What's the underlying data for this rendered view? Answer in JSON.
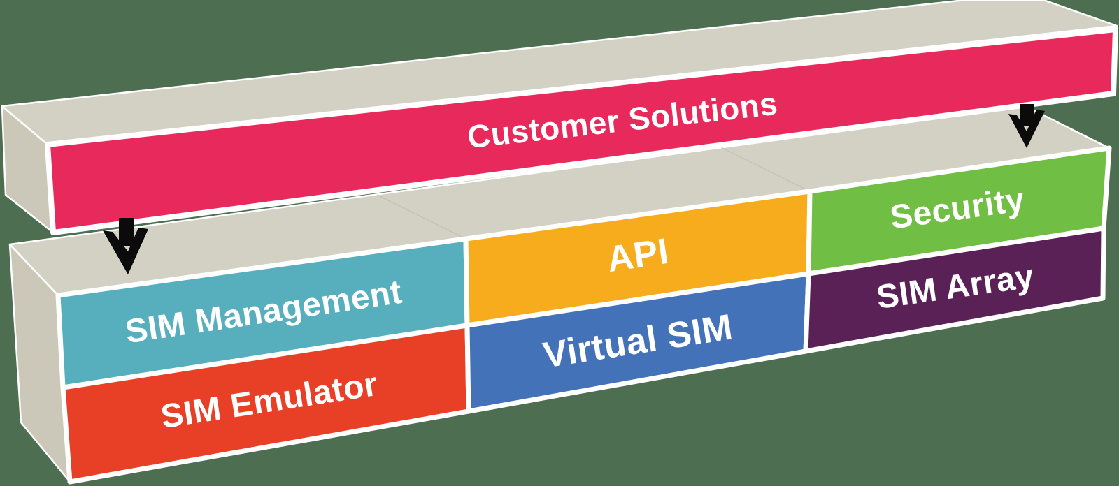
{
  "canvas": {
    "background": "#4D6E50"
  },
  "colors": {
    "slab_top_face": "#D3D1C4",
    "slab_side_face": "#CBC8BA",
    "border_white": "#FFFFFF",
    "arrow_black": "#0B0B0B",
    "text_white": "#FFFFFF",
    "customer_solutions": "#E72A5B",
    "sim_management": "#57AFBE",
    "api": "#F6AC1C",
    "security": "#70BF44",
    "sim_emulator": "#E84026",
    "virtual_sim": "#4372B8",
    "sim_array": "#5A2156"
  },
  "top_slab": {
    "label": "Customer Solutions"
  },
  "bottom_slab": {
    "cells": [
      {
        "id": "sim-management",
        "label": "SIM Management"
      },
      {
        "id": "api",
        "label": "API"
      },
      {
        "id": "security",
        "label": "Security"
      },
      {
        "id": "sim-emulator",
        "label": "SIM Emulator"
      },
      {
        "id": "virtual-sim",
        "label": "Virtual SIM"
      },
      {
        "id": "sim-array",
        "label": "SIM Array"
      }
    ]
  },
  "arrows": [
    {
      "id": "left-down-arrow",
      "meaning": "Customer Solutions feeds into platform (left)"
    },
    {
      "id": "right-down-arrow",
      "meaning": "Customer Solutions feeds into platform (right)"
    }
  ]
}
